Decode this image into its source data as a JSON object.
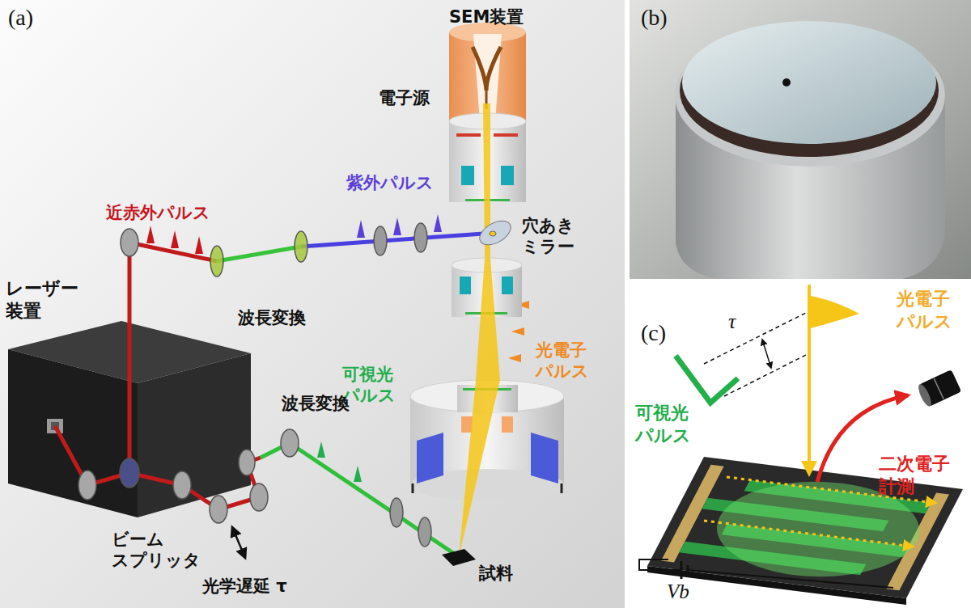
{
  "diagram": {
    "nodes": [
      {
        "text": [
          "SEM装置"
        ]
      },
      {
        "text": [
          "レーザー 装置"
        ]
      },
      {
        "text": [
          "試料"
        ]
      }
    ],
    "labels": [
      "(a)",
      "電子源",
      "紫外パルス",
      "近赤外パルス",
      "穴あき ミラー",
      "波長変換",
      "光電子 パルス",
      "可視光 パルス",
      "波長変換",
      "ビーム スプリッタ",
      "光学遅延 τ",
      "(b)",
      "(c)",
      "τ",
      "光電子 パルス",
      "可視光 パルス",
      "二次電子 計測",
      "Vb"
    ]
  }
}
